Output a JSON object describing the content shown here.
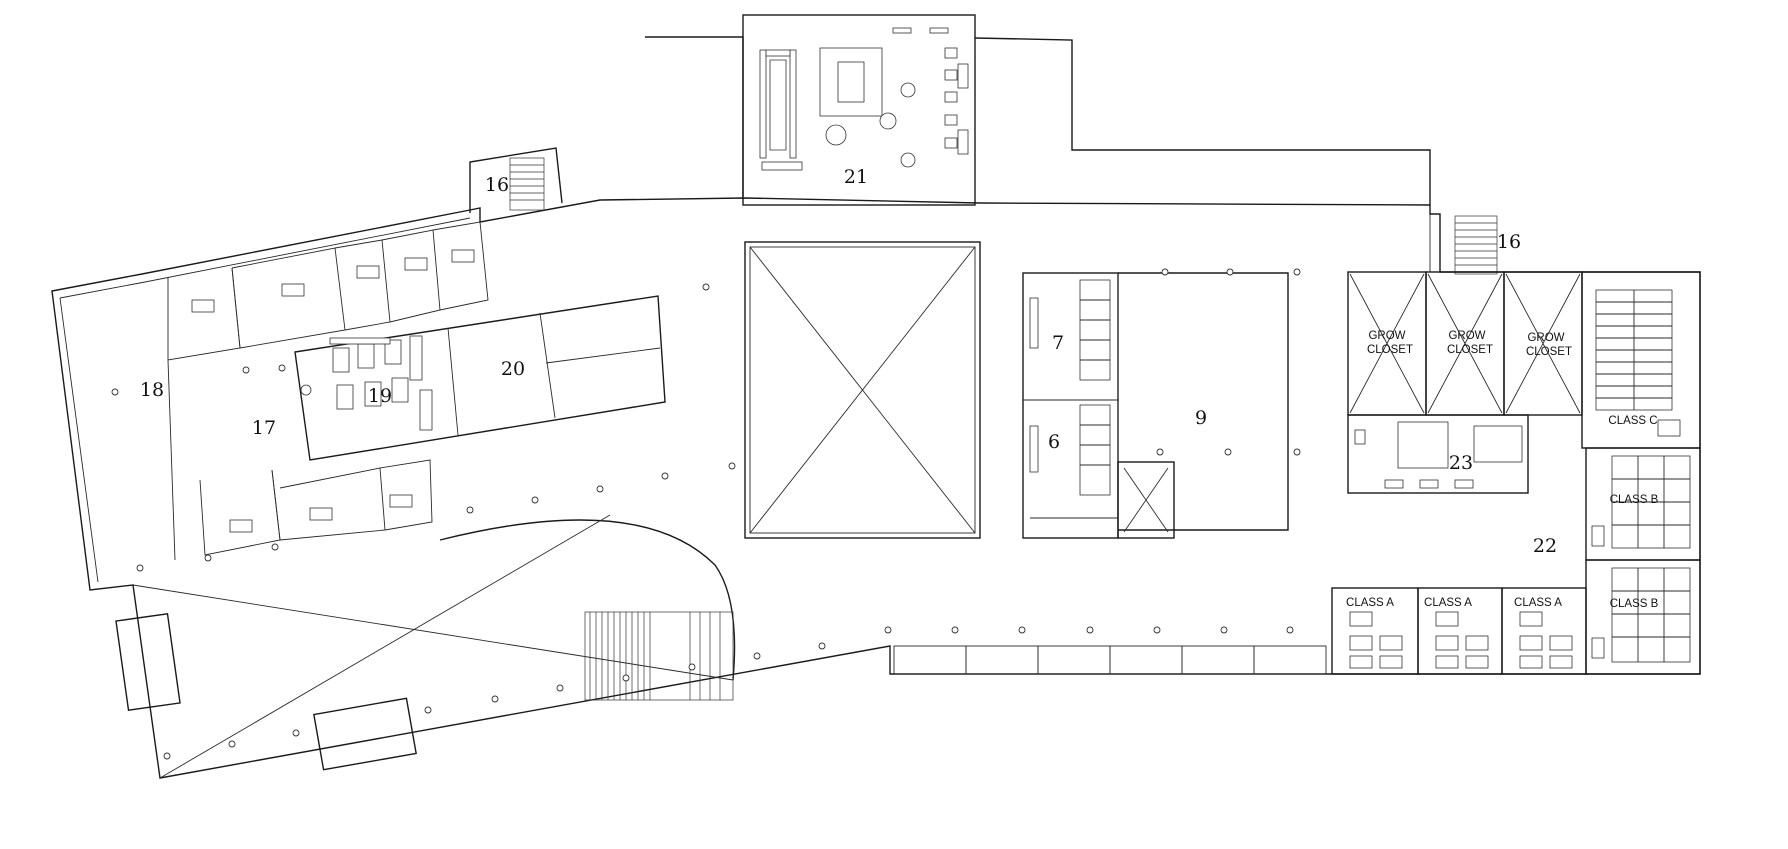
{
  "floor_plan": {
    "rooms": [
      {
        "id": "r16a",
        "label": "16"
      },
      {
        "id": "r16b",
        "label": "16"
      },
      {
        "id": "r18",
        "label": "18"
      },
      {
        "id": "r17",
        "label": "17"
      },
      {
        "id": "r19",
        "label": "19"
      },
      {
        "id": "r20",
        "label": "20"
      },
      {
        "id": "r21",
        "label": "21"
      },
      {
        "id": "r7",
        "label": "7"
      },
      {
        "id": "r6",
        "label": "6"
      },
      {
        "id": "r9",
        "label": "9"
      },
      {
        "id": "r23",
        "label": "23"
      },
      {
        "id": "r22",
        "label": "22"
      }
    ],
    "room_labels": {
      "grow_closet_line1": "GROW",
      "grow_closet_line2": "CLOSET",
      "class_a": "CLASS A",
      "class_b": "CLASS B",
      "class_c": "CLASS C"
    }
  }
}
